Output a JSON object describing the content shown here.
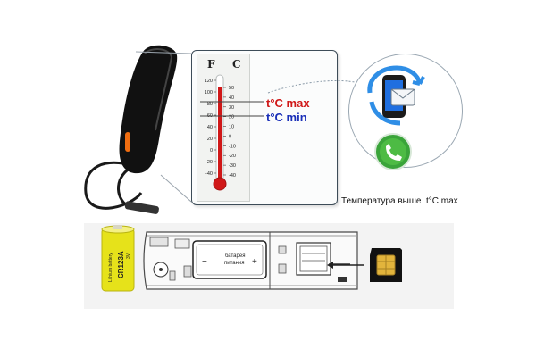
{
  "thermometer": {
    "unit_f": "F",
    "unit_c": "C",
    "f_ticks": [
      "120",
      "100",
      "80",
      "60",
      "40",
      "20",
      "0",
      "-20",
      "-40"
    ],
    "c_ticks": [
      "50",
      "40",
      "30",
      "20",
      "10",
      "0",
      "-10",
      "-20",
      "-30",
      "-40"
    ]
  },
  "thresholds": {
    "max_label": "t°C max",
    "min_label": "t°C min",
    "max_color": "#d01818",
    "min_color": "#1a2fb8"
  },
  "notification": {
    "caption": "Температура выше  t°C max",
    "icons": [
      "phone-sms-icon",
      "phone-call-icon"
    ]
  },
  "battery": {
    "model": "CR123A",
    "brand": "Lithium battery",
    "voltage": "3V",
    "compartment_label_line1": "батарея",
    "compartment_label_line2": "питания",
    "color": "#e6e21a"
  },
  "sim": {
    "icon": "sim-card-icon"
  }
}
